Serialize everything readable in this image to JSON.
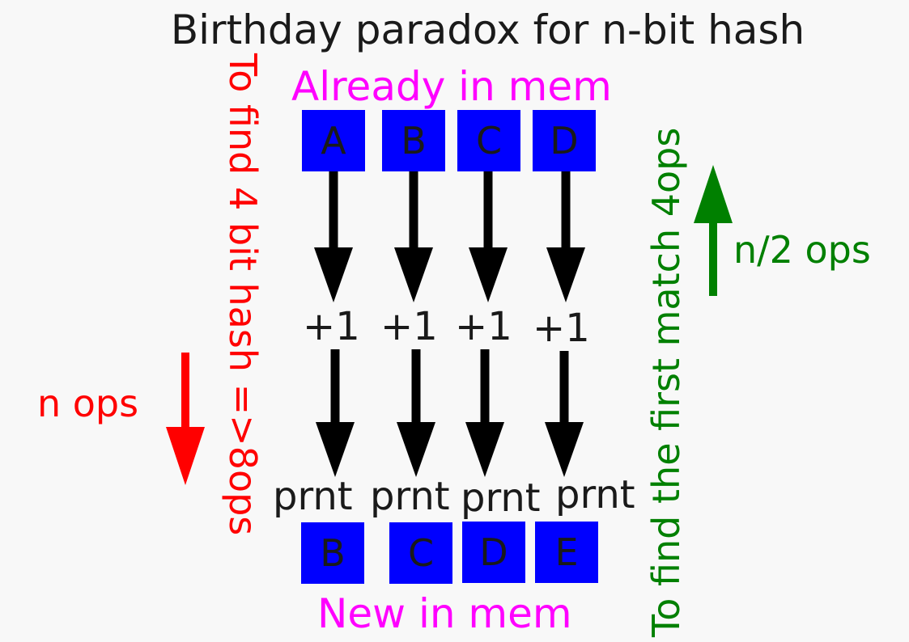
{
  "title": "Birthday paradox for n-bit hash",
  "top_label": "Already in mem",
  "bottom_label": "New in mem",
  "top_boxes": [
    "A",
    "B",
    "C",
    "D"
  ],
  "bottom_boxes": [
    "B",
    "C",
    "D",
    "E"
  ],
  "middle_ops": [
    "+1",
    "+1",
    "+1",
    "+1"
  ],
  "print_ops": [
    "prnt",
    "prnt",
    "prnt",
    "prnt"
  ],
  "left_vertical": "To find 4 bit hash =>8ops",
  "right_vertical": "To find the first match 4ops",
  "left_arrow_label": "n ops",
  "right_arrow_label": "n/2 ops",
  "colors": {
    "box": "#0000ff",
    "label": "#ff00ff",
    "left_text": "#ff0000",
    "right_text": "#008000",
    "arrow": "#000000"
  }
}
